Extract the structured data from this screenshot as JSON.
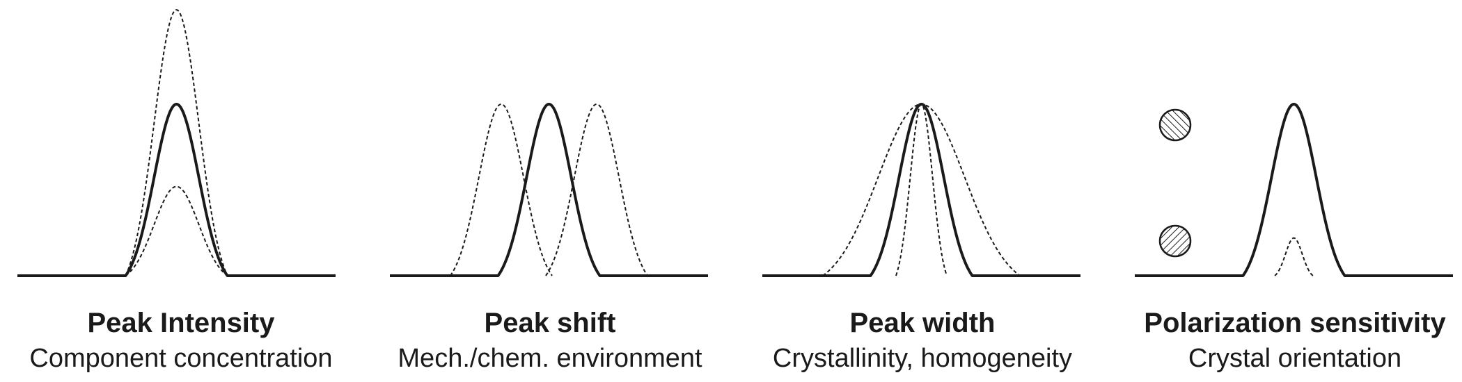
{
  "panels": [
    {
      "title": "Peak Intensity",
      "subtitle": "Component concentration",
      "peaks": [
        {
          "style": "dashed",
          "center": 0.5,
          "height": 1.55,
          "width": 0.32
        },
        {
          "style": "dashed",
          "center": 0.5,
          "height": 0.52,
          "width": 0.32
        },
        {
          "style": "solid",
          "center": 0.5,
          "height": 1.0,
          "width": 0.32
        }
      ]
    },
    {
      "title": "Peak shift",
      "subtitle": "Mech./chem. environment",
      "peaks": [
        {
          "style": "dashed",
          "center": 0.35,
          "height": 1.0,
          "width": 0.32
        },
        {
          "style": "dashed",
          "center": 0.65,
          "height": 1.0,
          "width": 0.32
        },
        {
          "style": "solid",
          "center": 0.5,
          "height": 1.0,
          "width": 0.32
        }
      ]
    },
    {
      "title": "Peak width",
      "subtitle": "Crystallinity, homogeneity",
      "peaks": [
        {
          "style": "dashed",
          "center": 0.5,
          "height": 1.0,
          "width": 0.62
        },
        {
          "style": "dashed",
          "center": 0.5,
          "height": 1.0,
          "width": 0.16
        },
        {
          "style": "solid",
          "center": 0.5,
          "height": 1.0,
          "width": 0.32
        }
      ]
    },
    {
      "title": "Polarization sensitivity",
      "subtitle": "Crystal orientation",
      "polarization_markers": [
        "hatch-diagonal-up-icon",
        "hatch-diagonal-down-icon"
      ],
      "peaks": [
        {
          "style": "dashed",
          "center": 0.5,
          "height": 0.22,
          "width": 0.12
        },
        {
          "style": "solid",
          "center": 0.5,
          "height": 1.0,
          "width": 0.32
        }
      ]
    }
  ],
  "colors": {
    "line": "#1a1a1a",
    "background": "#ffffff"
  }
}
